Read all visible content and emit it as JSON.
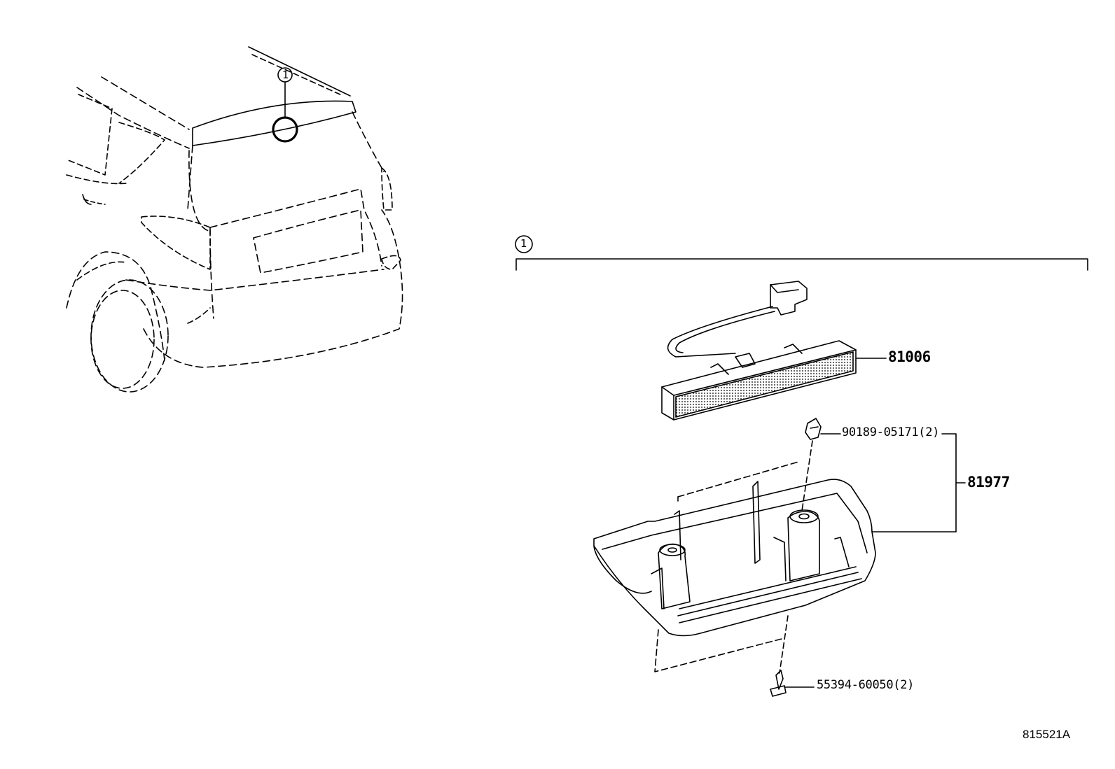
{
  "diagram": {
    "callout_ref": "1",
    "parts": {
      "lamp_assembly": "81006",
      "cover": "81977",
      "clip": "90189-05171(2)",
      "screw": "55394-60050(2)"
    },
    "figure_code": "815521A"
  },
  "colors": {
    "line": "#000000",
    "background": "#ffffff"
  }
}
